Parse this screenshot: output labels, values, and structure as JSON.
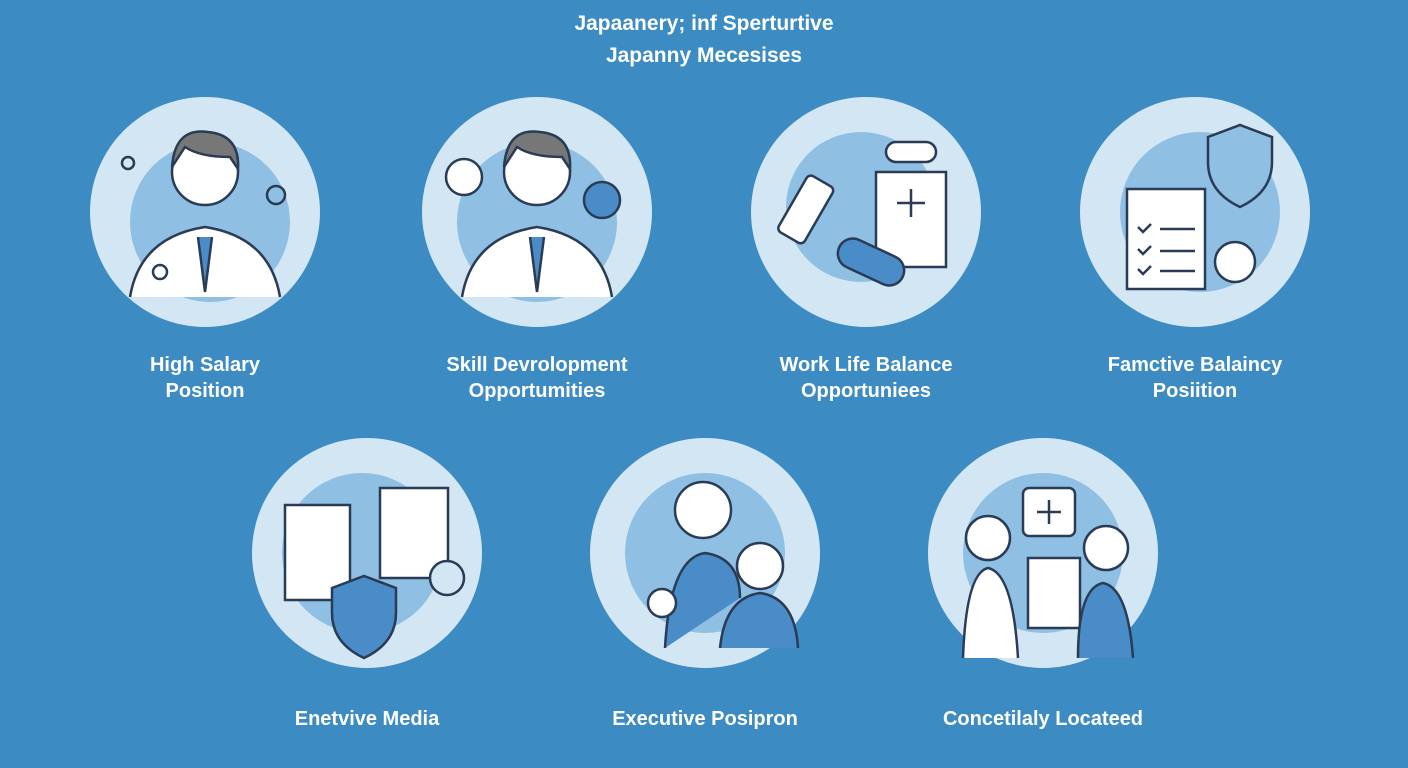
{
  "header": {
    "line1": "Japaanery; inf Sperturtive",
    "line2": "Japanny Mecesises"
  },
  "cards": [
    {
      "line1": "High Salary",
      "line2": "Position",
      "icon": "doctor-icon"
    },
    {
      "line1": "Skill Devrolopment",
      "line2": "Opportumities",
      "icon": "doctor-icon"
    },
    {
      "line1": "Work Life Balance",
      "line2": "Opportuniees",
      "icon": "medicine-icon"
    },
    {
      "line1": "Famctive Balaincy",
      "line2": "Posiition",
      "icon": "clipboard-shield-icon"
    },
    {
      "line1": "Enetvive Media",
      "icon": "checklist-shield-icon"
    },
    {
      "line1": "Executive Posipron",
      "icon": "family-icon"
    },
    {
      "line1": "Concetilaly Locateed",
      "icon": "nurse-patient-icon"
    }
  ],
  "colors": {
    "background": "#3c8bc3",
    "circle": "#d3e6f3",
    "accent": "#8fbfe3",
    "stroke": "#2a3b55"
  }
}
